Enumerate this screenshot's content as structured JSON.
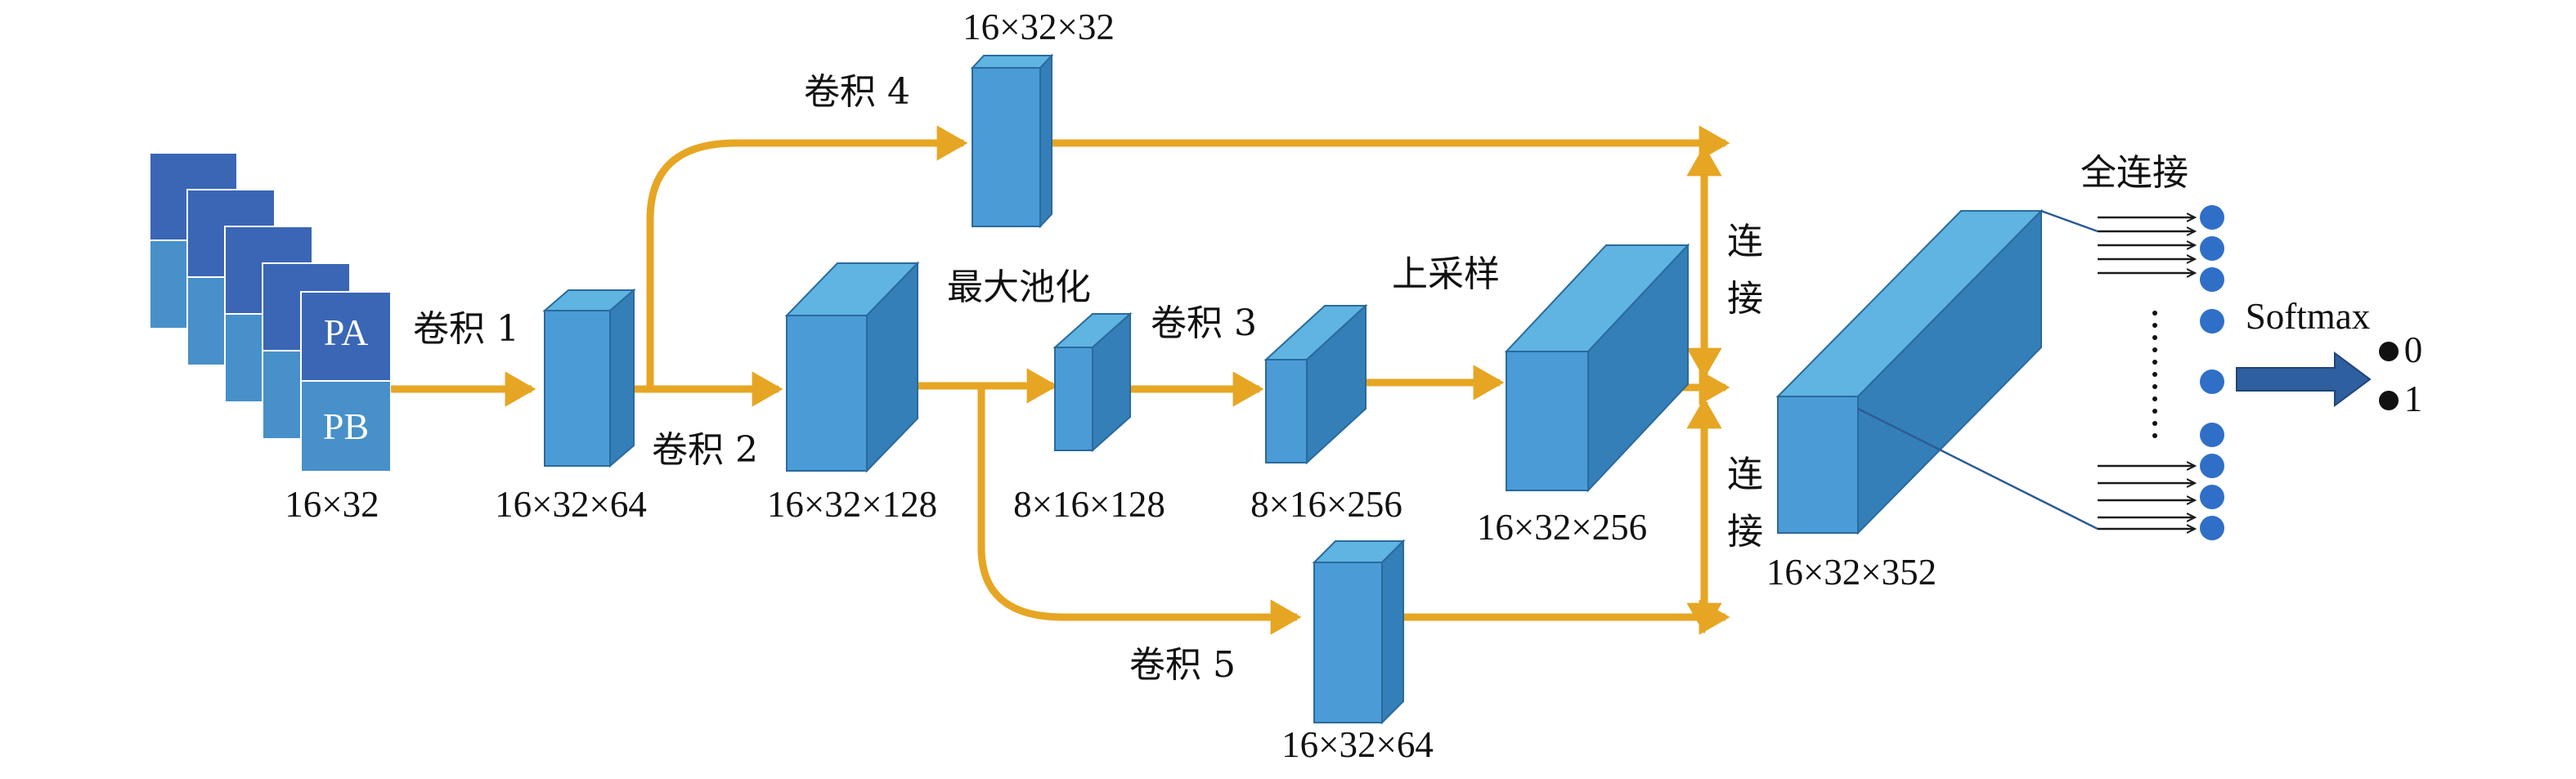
{
  "input": {
    "top_label": "PA",
    "bottom_label": "PB",
    "dims": "16×32"
  },
  "layers": {
    "conv1": {
      "name": "卷积 1",
      "dims": "16×32×64"
    },
    "conv2": {
      "name": "卷积 2",
      "dims": "16×32×128"
    },
    "maxpool": {
      "name": "最大池化",
      "dims": "8×16×128"
    },
    "conv3": {
      "name": "卷积 3",
      "dims": "8×16×256"
    },
    "upsample": {
      "name": "上采样",
      "dims": "16×32×256"
    },
    "conv4": {
      "name": "卷积 4",
      "dims": "16×32×32"
    },
    "conv5": {
      "name": "卷积 5",
      "dims": "16×32×64"
    },
    "concat": {
      "name_top": "连\n接",
      "name_bottom": "连\n接",
      "dims": "16×32×352"
    }
  },
  "concat_labels": {
    "top_line1": "连",
    "top_line2": "接",
    "bottom_line1": "连",
    "bottom_line2": "接"
  },
  "fc": {
    "name": "全连接",
    "ellipsis": "⋮"
  },
  "softmax": {
    "name": "Softmax",
    "out0": "0",
    "out1": "1"
  },
  "colors": {
    "arrow": "#E6A623",
    "cube_front": "#4A9BD6",
    "cube_top": "#5FB4E2",
    "cube_side": "#357FB8",
    "input_dark": "#3A66B5",
    "input_light": "#4790C9",
    "node": "#2F6FC8",
    "softmax_arrow": "#2E5F9E"
  }
}
